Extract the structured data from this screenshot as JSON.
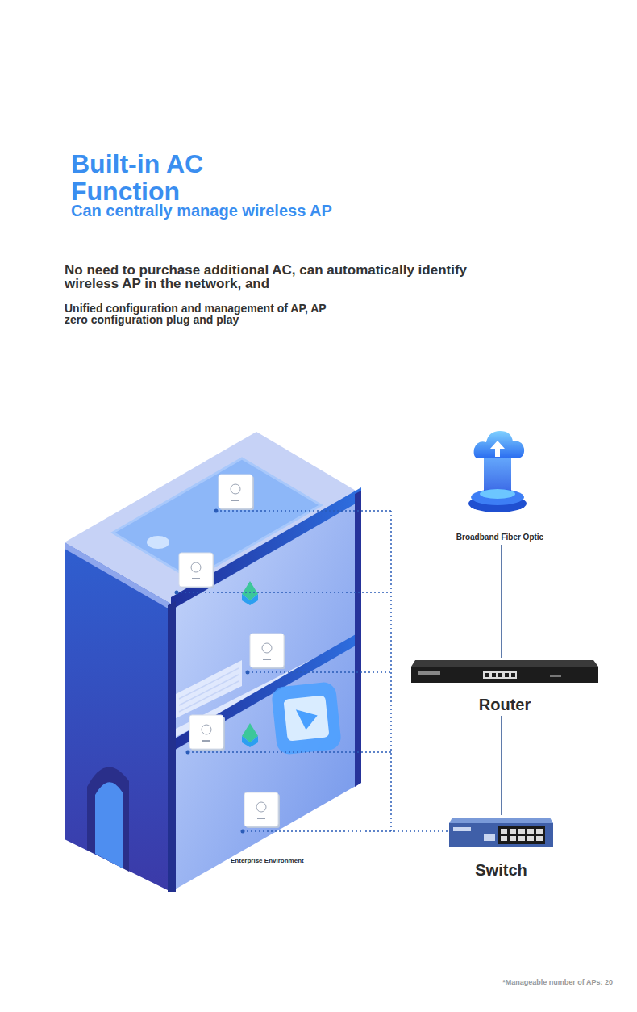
{
  "diagram": {
    "title": "Built-in AC Function",
    "nodes": [
      {
        "text": [
          "Enterprise Environment"
        ]
      },
      {
        "text": [
          "Broadband Fiber Optic"
        ]
      },
      {
        "text": [
          "Router"
        ]
      },
      {
        "text": [
          "Switch"
        ]
      }
    ],
    "edges": [
      {
        "from": 1,
        "to": 2,
        "arrow": "none"
      },
      {
        "from": 2,
        "to": 3,
        "arrow": "none"
      },
      {
        "from": 3,
        "to": 0,
        "arrow": "none"
      }
    ],
    "labels": [
      "Can centrally manage wireless AP",
      "No need to purchase additional AC, can automatically identify wireless AP in the network, and",
      "Unified configuration and management of AP, AP zero configuration plug and play",
      "*Manageable number of APs: 20"
    ]
  }
}
